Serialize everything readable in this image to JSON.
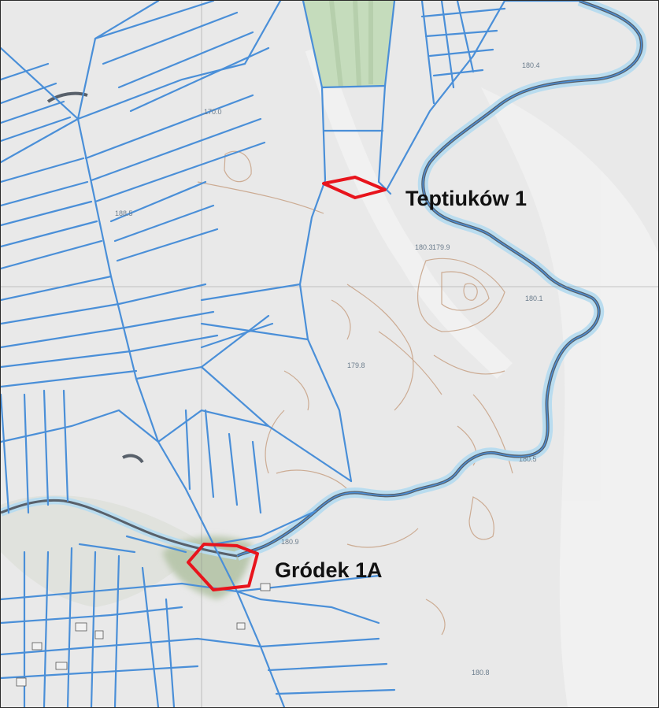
{
  "map": {
    "sites": [
      {
        "name": "Teptiuków 1"
      },
      {
        "name": "Gródek 1A"
      }
    ],
    "elevation_labels": [
      "170.0",
      "188.5",
      "179.8",
      "180.8",
      "180.1",
      "180.4",
      "180.3",
      "179.9",
      "180.5",
      "180.9"
    ],
    "colors": {
      "parcel_lines": "#4a8fd8",
      "site_outline": "#e8141c",
      "river": "#58606a",
      "background": "#e9e9e9",
      "contours": "#c9a58a",
      "field": "#c5dcbc"
    }
  }
}
